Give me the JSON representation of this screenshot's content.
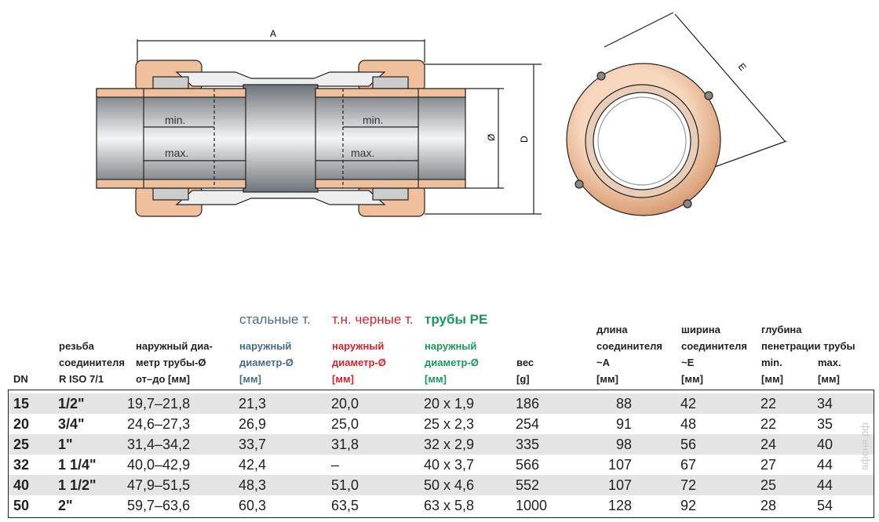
{
  "drawing": {
    "dim_A": "A",
    "dim_D": "D",
    "dim_diam": "Ø",
    "dim_E": "E",
    "min_label": "min.",
    "max_label": "max."
  },
  "groups": {
    "steel": "стальные т.",
    "black": "т.н. черные т.",
    "pe": "трубы PE"
  },
  "colors": {
    "steel": "#4a6a85",
    "black": "#d8222a",
    "pe": "#1a9a5a",
    "copper": "#f0c09c"
  },
  "headers": {
    "dn": [
      "DN"
    ],
    "thread": [
      "резьба",
      "соединителя",
      "R  ISO 7/1"
    ],
    "range": [
      "наружный диа-",
      "метр трубы-Ø",
      "от–до [мм]"
    ],
    "steel": [
      "наружный",
      "диаметр-Ø",
      "[мм]"
    ],
    "black": [
      "наружный",
      "диаметр-Ø",
      "[мм]"
    ],
    "pe": [
      "наружный",
      "диаметр-Ø",
      "[мм]"
    ],
    "weight": [
      "вес",
      "[g]"
    ],
    "length": [
      "длина",
      "соединителя",
      "~A",
      "[мм]"
    ],
    "width": [
      "ширина",
      "соединителя",
      "~E",
      "[мм]"
    ],
    "depth": [
      "глубина",
      "пенетрации трубы"
    ],
    "min": [
      "min.",
      "[мм]"
    ],
    "max": [
      "max.",
      "[мм]"
    ]
  },
  "rows": [
    [
      "15",
      "1/2\"",
      "19,7–21,8",
      "21,3",
      "20,0",
      "20 x 1,9",
      "186",
      "88",
      "42",
      "22",
      "34"
    ],
    [
      "20",
      "3/4\"",
      "24,6–27,3",
      "26,9",
      "25,0",
      "25 x 2,3",
      "254",
      "91",
      "48",
      "22",
      "35"
    ],
    [
      "25",
      "1\"",
      "31,4–34,2",
      "33,7",
      "31,8",
      "32 x 2,9",
      "335",
      "98",
      "56",
      "24",
      "40"
    ],
    [
      "32",
      "1 1/4\"",
      "40,0–42,9",
      "42,4",
      "–",
      "40 x 3,7",
      "566",
      "107",
      "67",
      "27",
      "44"
    ],
    [
      "40",
      "1 1/2\"",
      "47,9–51,5",
      "48,3",
      "51,0",
      "50 x 4,6",
      "552",
      "107",
      "72",
      "25",
      "44"
    ],
    [
      "50",
      "2\"",
      "59,7–63,6",
      "60,3",
      "63,5",
      "63 x 5,8",
      "1000",
      "128",
      "92",
      "28",
      "54"
    ]
  ],
  "watermark": "афоня.рф"
}
